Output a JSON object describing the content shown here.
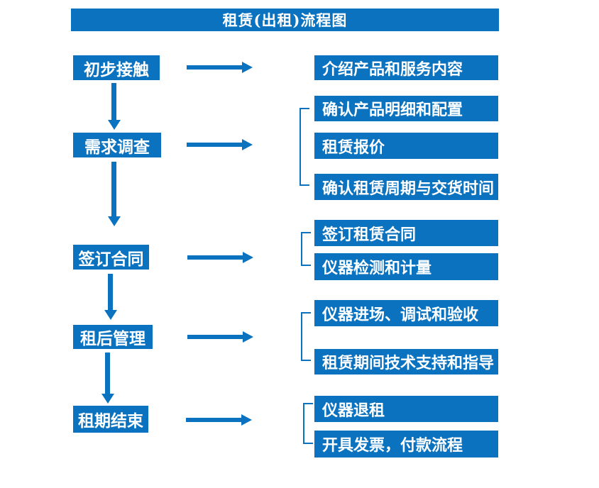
{
  "title": "租赁(出租)流程图",
  "colors": {
    "accent": "#0b72c0",
    "box_text": "#ffffff",
    "background": "#ffffff"
  },
  "steps": [
    {
      "label": "初步接触",
      "outputs": [
        "介绍产品和服务内容"
      ]
    },
    {
      "label": "需求调查",
      "outputs": [
        "确认产品明细和配置",
        "租赁报价",
        "确认租赁周期与交货时间"
      ]
    },
    {
      "label": "签订合同",
      "outputs": [
        "签订租赁合同",
        "仪器检测和计量"
      ]
    },
    {
      "label": "租后管理",
      "outputs": [
        "仪器进场、调试和验收",
        "租赁期间技术支持和指导"
      ]
    },
    {
      "label": "租期结束",
      "outputs": [
        "仪器退租",
        "开具发票，付款流程"
      ]
    }
  ]
}
